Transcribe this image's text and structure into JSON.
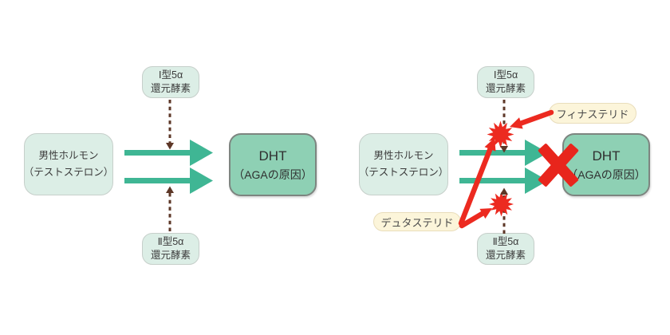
{
  "colors": {
    "light_box_bg": "#dceee6",
    "light_box_border": "#c6cfca",
    "dht_box_bg": "#8ed0b4",
    "dht_box_border": "#7d8580",
    "conversion_arrow_green": "#3fb694",
    "enzyme_dashed_brown": "#5d3727",
    "inhibitor_red": "#ec2a20",
    "drug_pill_bg": "#fcf5da",
    "drug_pill_border": "#e9ddbb",
    "text": "#3b3b3b"
  },
  "diagram_left": {
    "enzyme_type1": {
      "line1": "Ⅰ型5α",
      "line2": "還元酵素"
    },
    "enzyme_type2": {
      "line1": "Ⅱ型5α",
      "line2": "還元酵素"
    },
    "hormone": {
      "line1": "男性ホルモン",
      "line2": "（テストステロン）"
    },
    "dht": {
      "line1": "DHT",
      "line2": "（AGAの原因）"
    }
  },
  "diagram_right": {
    "enzyme_type1": {
      "line1": "Ⅰ型5α",
      "line2": "還元酵素"
    },
    "enzyme_type2": {
      "line1": "Ⅱ型5α",
      "line2": "還元酵素"
    },
    "hormone": {
      "line1": "男性ホルモン",
      "line2": "（テストステロン）"
    },
    "dht": {
      "line1": "DHT",
      "line2": "（AGAの原因）"
    },
    "finasteride_label": "フィナステリド",
    "dutasteride_label": "デュタステリド"
  }
}
